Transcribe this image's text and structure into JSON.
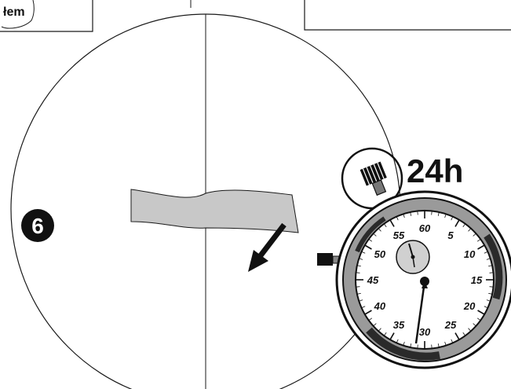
{
  "top_left_panel": {
    "text": "łem"
  },
  "step": {
    "number": "6"
  },
  "timer": {
    "duration_label": "24h",
    "dial_numbers": [
      "60",
      "5",
      "10",
      "15",
      "20",
      "25",
      "30",
      "35",
      "40",
      "45",
      "50",
      "55"
    ]
  },
  "colors": {
    "line": "#1a1a1a",
    "strip_fill": "#c8c8c8",
    "dial_ring": "#9a9a9a",
    "dial_face": "#ffffff",
    "badge": "#111111"
  }
}
